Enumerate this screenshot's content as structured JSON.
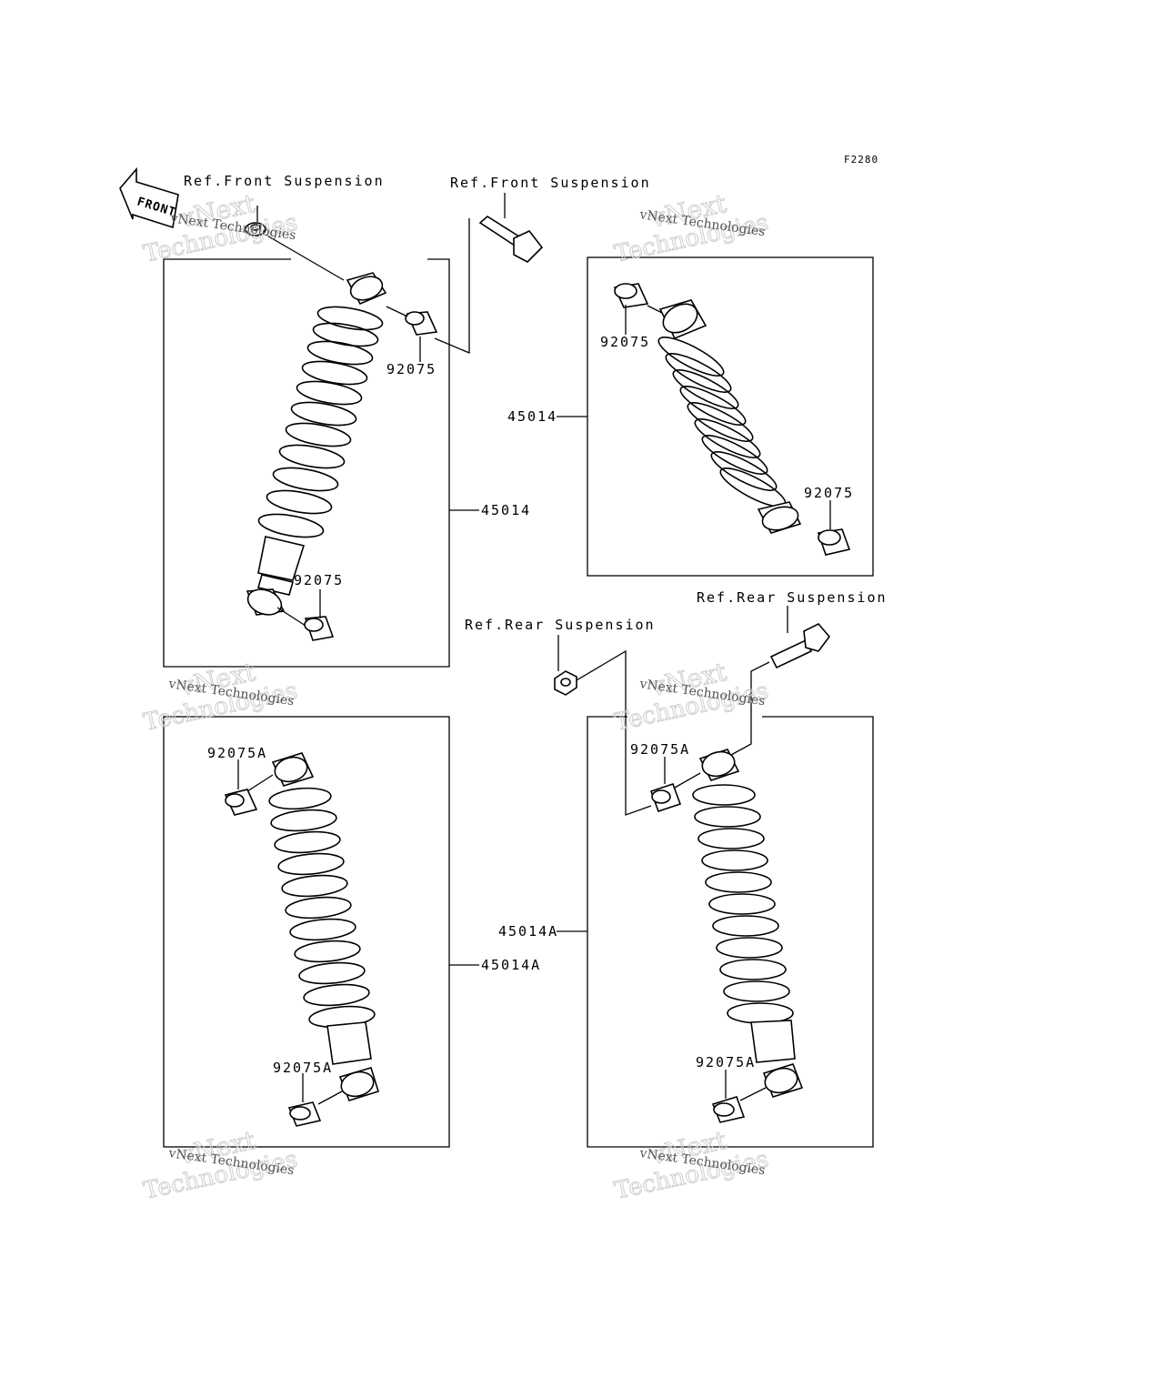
{
  "figure_code": "F2280",
  "front_arrow_label": "FRONT",
  "watermark": {
    "line1": "vNext Technologies",
    "line2": "vNext",
    "line3": "Technologies"
  },
  "ref_labels": {
    "front_left": "Ref.Front Suspension",
    "front_right": "Ref.Front Suspension",
    "rear_left": "Ref.Rear Suspension",
    "rear_right": "Ref.Rear Suspension"
  },
  "parts": {
    "p1_top_bushing": "92075",
    "p1_bottom_bushing": "92075",
    "p1_shock": "45014",
    "p2_top_bushing": "92075",
    "p2_bottom_bushing": "92075",
    "p2_shock": "45014",
    "p3_top_bushing": "92075A",
    "p3_bottom_bushing": "92075A",
    "p3_shock": "45014A",
    "p4_top_bushing": "92075A",
    "p4_bottom_bushing": "92075A",
    "p4_shock": "45014A"
  }
}
